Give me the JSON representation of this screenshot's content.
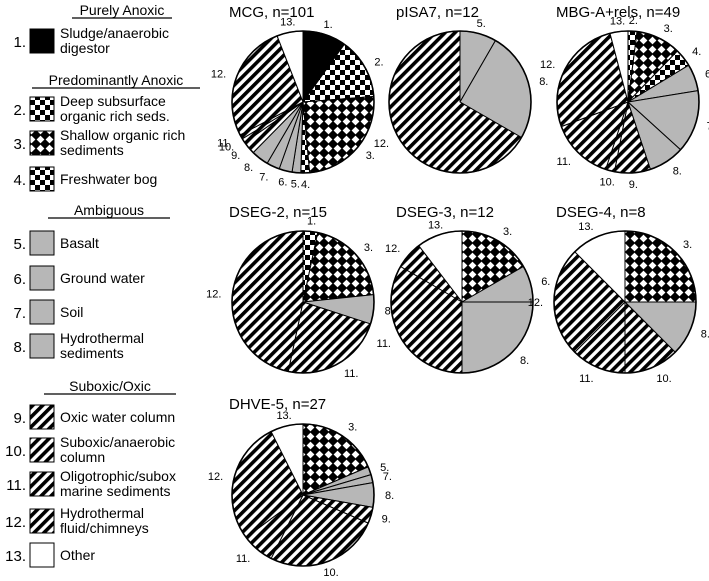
{
  "colors": {
    "black": "#000000",
    "gray": "#b7b7b7",
    "white": "#ffffff",
    "stroke": "#000000"
  },
  "legend": {
    "groups": [
      {
        "title": "Purely Anoxic",
        "items": [
          {
            "num": "1.",
            "lines": [
              "Sludge/anaerobic",
              "digestor"
            ],
            "pattern": "black"
          }
        ]
      },
      {
        "title": "Predominantly Anoxic",
        "items": [
          {
            "num": "2.",
            "lines": [
              "Deep subsurface",
              "organic rich seds."
            ],
            "pattern": "checker"
          },
          {
            "num": "3.",
            "lines": [
              "Shallow organic rich",
              "sediments"
            ],
            "pattern": "diamond"
          },
          {
            "num": "4.",
            "lines": [
              "Freshwater bog"
            ],
            "pattern": "checker"
          }
        ]
      },
      {
        "title": "Ambiguous",
        "items": [
          {
            "num": "5.",
            "lines": [
              "Basalt"
            ],
            "pattern": "gray"
          },
          {
            "num": "6.",
            "lines": [
              "Ground water"
            ],
            "pattern": "gray"
          },
          {
            "num": "7.",
            "lines": [
              "Soil"
            ],
            "pattern": "gray"
          },
          {
            "num": "8.",
            "lines": [
              "Hydrothermal",
              "sediments"
            ],
            "pattern": "gray"
          }
        ]
      },
      {
        "title": "Suboxic/Oxic",
        "items": [
          {
            "num": "9.",
            "lines": [
              "Oxic water column"
            ],
            "pattern": "hatch"
          },
          {
            "num": "10.",
            "lines": [
              "Suboxic/anaerobic",
              "column"
            ],
            "pattern": "hatch"
          },
          {
            "num": "11.",
            "lines": [
              "Oligotrophic/subox",
              "marine sediments"
            ],
            "pattern": "hatch"
          },
          {
            "num": "12.",
            "lines": [
              "Hydrothermal",
              "fluid/chimneys"
            ],
            "pattern": "hatch"
          },
          {
            "num": "13.",
            "lines": [
              "Other"
            ],
            "pattern": "white"
          }
        ]
      }
    ]
  },
  "chart_data": [
    {
      "type": "pie",
      "title": "MCG, n=101",
      "slices": [
        {
          "category": "1.",
          "value": 10,
          "pattern": "black"
        },
        {
          "category": "2.",
          "value": 14,
          "pattern": "checker"
        },
        {
          "category": "3.",
          "value": 25,
          "pattern": "diamond"
        },
        {
          "category": "4.",
          "value": 2,
          "pattern": "checker"
        },
        {
          "category": "5.",
          "value": 2,
          "pattern": "gray"
        },
        {
          "category": "6.",
          "value": 3,
          "pattern": "gray"
        },
        {
          "category": "7.",
          "value": 3,
          "pattern": "gray"
        },
        {
          "category": "8.",
          "value": 4,
          "pattern": "gray"
        },
        {
          "category": "9.",
          "value": 3,
          "pattern": "hatch"
        },
        {
          "category": "10.",
          "value": 1,
          "pattern": "hatch"
        },
        {
          "category": "11.",
          "value": 1,
          "pattern": "hatch"
        },
        {
          "category": "12.",
          "value": 27,
          "pattern": "hatch"
        },
        {
          "category": "13.",
          "value": 6,
          "pattern": "white"
        }
      ]
    },
    {
      "type": "pie",
      "title": "pISA7, n=12",
      "slices": [
        {
          "category": "5.",
          "value": 1,
          "pattern": "gray"
        },
        {
          "category": "8.",
          "value": 3,
          "pattern": "gray"
        },
        {
          "category": "12.",
          "value": 8,
          "pattern": "hatch"
        }
      ]
    },
    {
      "type": "pie",
      "title": "MBG-A+rels, n=49",
      "slices": [
        {
          "category": "2.",
          "value": 1,
          "pattern": "checker"
        },
        {
          "category": "3.",
          "value": 5,
          "pattern": "diamond"
        },
        {
          "category": "4.",
          "value": 2,
          "pattern": "checker"
        },
        {
          "category": "6.",
          "value": 3,
          "pattern": "gray"
        },
        {
          "category": "7.",
          "value": 7,
          "pattern": "gray"
        },
        {
          "category": "8.",
          "value": 4,
          "pattern": "gray"
        },
        {
          "category": "9.",
          "value": 4,
          "pattern": "hatch"
        },
        {
          "category": "10.",
          "value": 1,
          "pattern": "hatch"
        },
        {
          "category": "11.",
          "value": 7,
          "pattern": "hatch"
        },
        {
          "category": "12.",
          "value": 13,
          "pattern": "hatch"
        },
        {
          "category": "13.",
          "value": 2,
          "pattern": "white"
        }
      ]
    },
    {
      "type": "pie",
      "title": "DSEG-2, n=15",
      "slices": [
        {
          "category": "1.",
          "value": 0.5,
          "pattern": "checker"
        },
        {
          "category": "3.",
          "value": 3,
          "pattern": "diamond"
        },
        {
          "category": "8.",
          "value": 1,
          "pattern": "gray"
        },
        {
          "category": "11.",
          "value": 3.5,
          "pattern": "hatch"
        },
        {
          "category": "12.",
          "value": 7,
          "pattern": "hatch"
        }
      ]
    },
    {
      "type": "pie",
      "title": "DSEG-3, n=12",
      "slices": [
        {
          "category": "3.",
          "value": 2,
          "pattern": "diamond"
        },
        {
          "category": "6.",
          "value": 1,
          "pattern": "gray"
        },
        {
          "category": "8.",
          "value": 3,
          "pattern": "gray"
        },
        {
          "category": "11.",
          "value": 4,
          "pattern": "hatch"
        },
        {
          "category": "12.",
          "value": 0.75,
          "pattern": "hatch"
        },
        {
          "category": "13.",
          "value": 1.25,
          "pattern": "white"
        }
      ]
    },
    {
      "type": "pie",
      "title": "DSEG-4, n=8",
      "slices": [
        {
          "category": "3.",
          "value": 2,
          "pattern": "diamond"
        },
        {
          "category": "8.",
          "value": 1,
          "pattern": "gray"
        },
        {
          "category": "10.",
          "value": 1,
          "pattern": "hatch"
        },
        {
          "category": "11.",
          "value": 1,
          "pattern": "hatch"
        },
        {
          "category": "12.",
          "value": 2,
          "pattern": "hatch"
        },
        {
          "category": "13.",
          "value": 1,
          "pattern": "white"
        }
      ]
    },
    {
      "type": "pie",
      "title": "DHVE-5, n=27",
      "slices": [
        {
          "category": "3.",
          "value": 5,
          "pattern": "diamond"
        },
        {
          "category": "5.",
          "value": 0.5,
          "pattern": "gray"
        },
        {
          "category": "7.",
          "value": 0.5,
          "pattern": "gray"
        },
        {
          "category": "8.",
          "value": 1.5,
          "pattern": "gray"
        },
        {
          "category": "9.",
          "value": 1,
          "pattern": "hatch"
        },
        {
          "category": "10.",
          "value": 7,
          "pattern": "hatch"
        },
        {
          "category": "11.",
          "value": 2,
          "pattern": "hatch"
        },
        {
          "category": "12.",
          "value": 7.5,
          "pattern": "hatch"
        },
        {
          "category": "13.",
          "value": 2,
          "pattern": "white"
        }
      ]
    }
  ]
}
